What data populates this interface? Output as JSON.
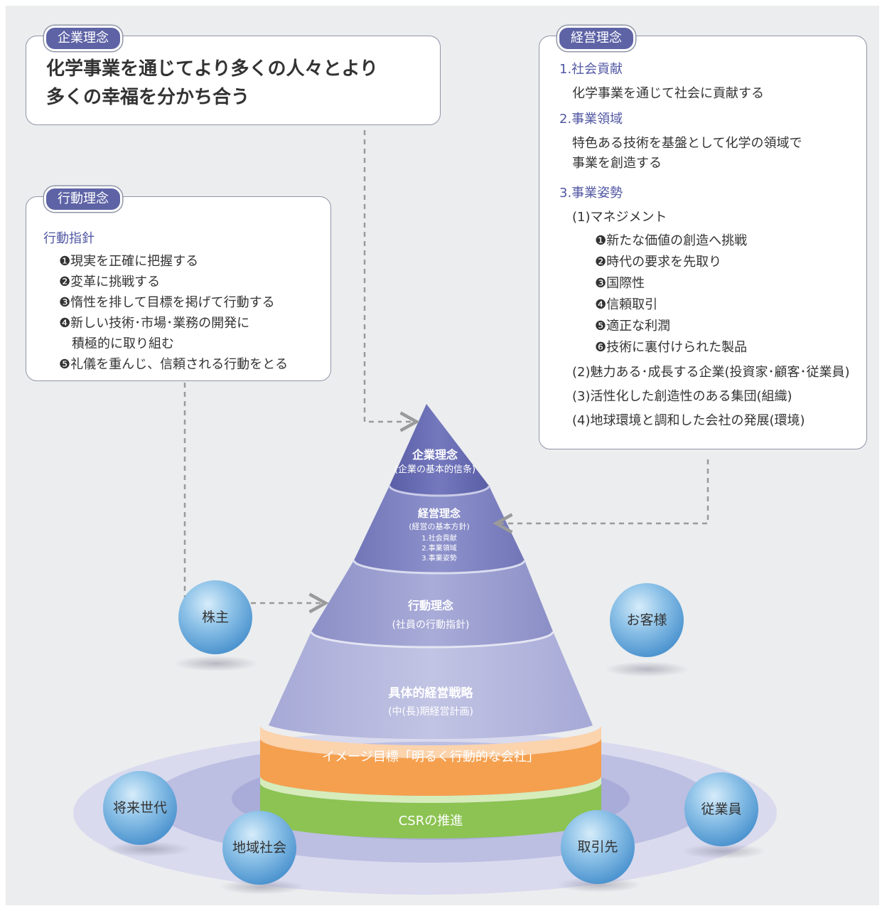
{
  "corporate_philosophy": {
    "tag": "企業理念",
    "statement_line1": "化学事業を通じてより多くの人々とより",
    "statement_line2": "多くの幸福を分かち合う"
  },
  "conduct_philosophy": {
    "tag": "行動理念",
    "heading": "行動指針",
    "items": [
      "❶現実を正確に把握する",
      "❷変革に挑戦する",
      "❸惰性を排して目標を掲げて行動する",
      "❹新しい技術･市場･業務の開発に",
      "積極的に取り組む",
      "❺礼儀を重んじ、信頼される行動をとる"
    ]
  },
  "management_philosophy": {
    "tag": "経営理念",
    "s1_heading": "1.社会貢献",
    "s1_text": "化学事業を通じて社会に貢献する",
    "s2_heading": "2.事業領域",
    "s2_text1": "特色ある技術を基盤として化学の領域で",
    "s2_text2": "事業を創造する",
    "s3_heading": "3.事業姿勢",
    "s3_sub1": "(1)マネジメント",
    "s3_sub1_items": [
      "❶新たな価値の創造へ挑戦",
      "❷時代の要求を先取り",
      "❸国際性",
      "❹信頼取引",
      "❺適正な利潤",
      "❻技術に裏付けられた製品"
    ],
    "s3_sub2": "(2)魅力ある･成長する企業(投資家･顧客･従業員)",
    "s3_sub3": "(3)活性化した創造性のある集団(組織)",
    "s3_sub4": "(4)地球環境と調和した会社の発展(環境)"
  },
  "pyramid": {
    "layer1_title": "企業理念",
    "layer1_sub": "(企業の基本的信条)",
    "layer2_title": "経営理念",
    "layer2_sub": "(経営の基本方針)",
    "layer2_items": [
      "1.社会貢献",
      "2.事業領域",
      "3.事業姿勢"
    ],
    "layer3_title": "行動理念",
    "layer3_sub": "(社員の行動指針)",
    "layer4_title": "具体的経営戦略",
    "layer4_sub": "(中(長)期経営計画)",
    "band_orange": "イメージ目標「明るく行動的な会社」",
    "band_green": "CSRの推進"
  },
  "stakeholders": {
    "shareholders": "株主",
    "future_generations": "将来世代",
    "local_community": "地域社会",
    "customers": "お客様",
    "employees": "従業員",
    "business_partners": "取引先"
  },
  "colors": {
    "tag_fill": "#5e63a6",
    "heading_text": "#5157a3",
    "orange_band": "#f5a04e",
    "green_band": "#8cc352",
    "sphere_blue": "#4e95d0"
  }
}
